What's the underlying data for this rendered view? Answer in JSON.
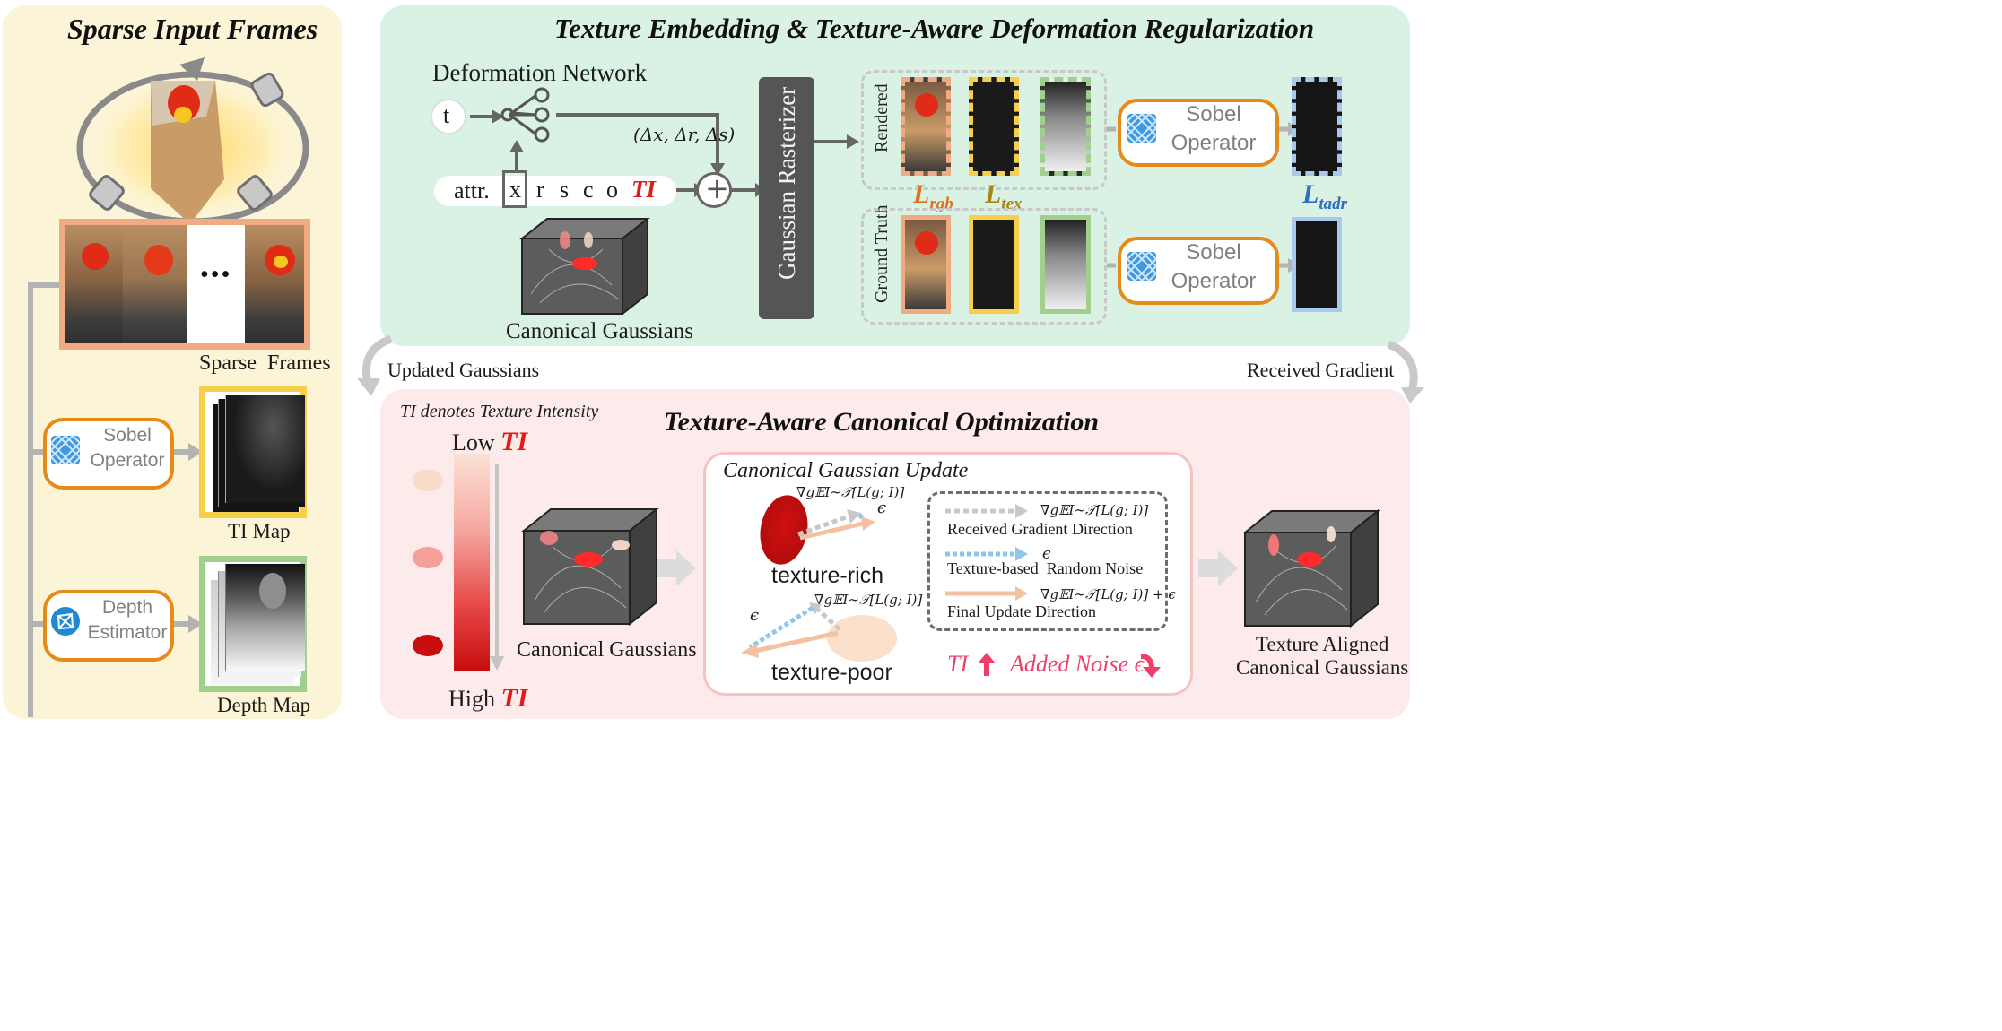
{
  "left_panel": {
    "title": "Sparse Input Frames",
    "frames_caption": "Sparse  Frames",
    "ellipsis": "•••",
    "sobel_label": "Sobel\nOperator",
    "depth_label": "Depth\nEstimator",
    "ti_map_caption": "TI Map",
    "depth_map_caption": "Depth Map"
  },
  "top_panel": {
    "title": "Texture Embedding & Texture-Aware Deformation Regularization",
    "deformation_network_label": "Deformation Network",
    "t_label": "t",
    "delta_label": "(Δx, Δr, Δs)",
    "attr_label": "attr.",
    "attr_items": [
      "x",
      "r",
      "s",
      "c",
      "o"
    ],
    "ti_label": "TI",
    "plus_symbol": "+",
    "canonical_label": "Canonical Gaussians",
    "rasterizer_label": "Gaussian Rasterizer",
    "rendered_label": "Rendered",
    "ground_truth_label": "Ground Truth",
    "sobel_label_1": "Sobel\nOperator",
    "sobel_label_2": "Sobel\nOperator",
    "loss_rgb": {
      "main": "L",
      "sub": "rgb"
    },
    "loss_tex": {
      "main": "L",
      "sub": "tex"
    },
    "loss_tadr": {
      "main": "L",
      "sub": "tadr"
    }
  },
  "flow_labels": {
    "updated_gaussians": "Updated Gaussians",
    "received_gradient": "Received Gradient"
  },
  "bottom_panel": {
    "title": "Texture-Aware Canonical Optimization",
    "ti_note": "TI denotes Texture Intensity",
    "low_label": "Low",
    "high_label": "High",
    "ti_word": "TI",
    "canonical_label": "Canonical Gaussians",
    "update_box_title": "Canonical Gaussian Update",
    "gradient_expr": "∇g𝔼I∼𝒯[L(g; I)]",
    "epsilon": "ϵ",
    "texture_rich": "texture-rich",
    "texture_poor": "texture-poor",
    "legend": [
      {
        "expr": "∇g𝔼I∼𝒯[L(g; I)]",
        "label": "Received Gradient Direction"
      },
      {
        "expr": "ϵ",
        "label": "Texture-based  Random Noise"
      },
      {
        "expr": "∇g𝔼I∼𝒯[L(g; I)] + ϵ",
        "label": "Final Update Direction"
      }
    ],
    "ti_up_label": "TI",
    "added_noise_label": "Added Noise ϵ",
    "aligned_label": "Texture Aligned\nCanonical Gaussians"
  },
  "colors": {
    "left_bg": "#fcf4d6",
    "top_bg": "#daf2e3",
    "bottom_bg": "#fdeaea",
    "orange_border": "#e48b1c",
    "rgb_frame": "#f0ab83",
    "tex_frame": "#f6d04a",
    "depth_frame": "#9fd18c",
    "tadr_frame": "#a8c8ec",
    "ti_red": "#e21a1a",
    "pink_text": "#ee3f6c",
    "rasterizer_bg": "#555555",
    "loss_rgb_color": "#e0711e",
    "loss_tex_color": "#a98614",
    "loss_tadr_color": "#2f6fbf"
  }
}
